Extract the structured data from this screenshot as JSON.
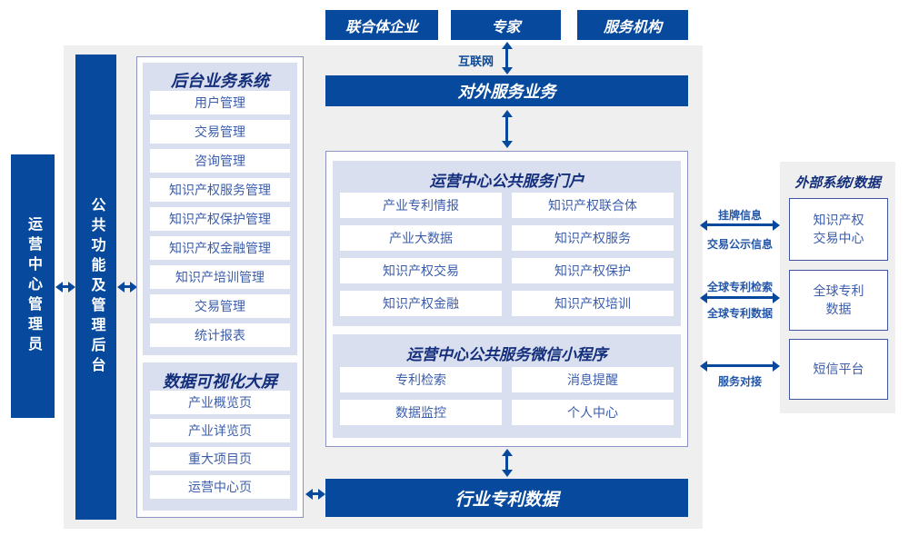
{
  "colors": {
    "primary_blue": "#07499c",
    "navy_title_text": "#132f7c",
    "item_text_blue": "#3b5dab",
    "panel_gray": "#efefef",
    "panel_lavender": "#dadff0"
  },
  "actors": {
    "consortium": "联合体企业",
    "expert": "专家",
    "service_org": "服务机构"
  },
  "network": {
    "internet_label": "互联网"
  },
  "bars": {
    "external_service": "对外服务业务",
    "industry_patent_data": "行业专利数据"
  },
  "side_bars": {
    "admin": "运营中心管理员",
    "backend_mgmt": "公共功能及管理后台"
  },
  "backend_system": {
    "title": "后台业务系统",
    "items": [
      "用户管理",
      "交易管理",
      "咨询管理",
      "知识产权服务管理",
      "知识产权保护管理",
      "知识产权金融管理",
      "知识产培训管理",
      "交易管理",
      "统计报表"
    ]
  },
  "dashboard": {
    "title": "数据可视化大屏",
    "items": [
      "产业概览页",
      "产业详览页",
      "重大项目页",
      "运营中心页"
    ]
  },
  "portal": {
    "title": "运营中心公共服务门户",
    "items": [
      "产业专利情报",
      "知识产权联合体",
      "产业大数据",
      "知识产权服务",
      "知识产权交易",
      "知识产权保护",
      "知识产权金融",
      "知识产权培训"
    ]
  },
  "miniprogram": {
    "title": "运营中心公共服务微信小程序",
    "items": [
      "专利检索",
      "消息提醒",
      "数据监控",
      "个人中心"
    ]
  },
  "external_panel": {
    "title": "外部系统/数据",
    "boxes": [
      {
        "line1": "知识产权",
        "line2": "交易中心"
      },
      {
        "line1": "全球专利",
        "line2": "数据"
      },
      {
        "line1": "短信平台",
        "line2": ""
      }
    ]
  },
  "link_labels": {
    "listing_info": "挂牌信息",
    "trade_publicity": "交易公示信息",
    "global_patent_search": "全球专利检索",
    "global_patent_data": "全球专利数据",
    "service_connect": "服务对接"
  }
}
